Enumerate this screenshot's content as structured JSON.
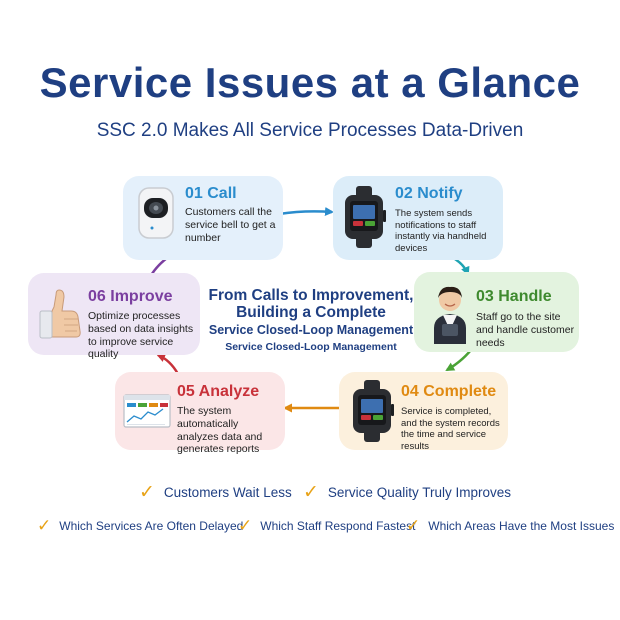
{
  "title": "Service Issues at a Glance",
  "subtitle": "SSC 2.0 Makes All Service Processes Data-Driven",
  "steps": [
    {
      "number": "01",
      "name": "Call",
      "description": "Customers call the service bell to get a number",
      "icon": "service-bell-icon",
      "color": "#2a8ccd"
    },
    {
      "number": "02",
      "name": "Notify",
      "description": "The system sends notifications to staff instantly via handheld devices",
      "icon": "smartwatch-pager-icon",
      "color": "#2a8ccd"
    },
    {
      "number": "03",
      "name": "Handle",
      "description": "Staff go to the site and handle customer needs",
      "icon": "staff-person-icon",
      "color": "#3e8a2e"
    },
    {
      "number": "04",
      "name": "Complete",
      "description": "Service is completed, and the system records the time and service results",
      "icon": "smartwatch-pager-icon",
      "color": "#e08a12"
    },
    {
      "number": "05",
      "name": "Analyze",
      "description": "The system automatically analyzes data and generates reports",
      "icon": "dashboard-report-icon",
      "color": "#c8323a"
    },
    {
      "number": "06",
      "name": "Improve",
      "description": "Optimize processes based on data insights to improve service quality",
      "icon": "thumbs-up-icon",
      "color": "#7b3fa0"
    }
  ],
  "center": {
    "line1": "From Calls to Improvement,",
    "line2": "Building a Complete",
    "line3": "Service Closed-Loop Management",
    "line4": "Service Closed-Loop Management"
  },
  "benefits_primary": [
    "Customers Wait Less",
    "Service Quality Truly Improves"
  ],
  "benefits_secondary": [
    "Which Services Are Often Delayed",
    "Which Staff Respond Fastest",
    "Which Areas Have the Most Issues"
  ],
  "check_mark": "✓",
  "colors": {
    "title": "#1f3f82",
    "check": "#e8a318",
    "call": "#2a8ccd",
    "handle": "#3e8a2e",
    "complete": "#e08a12",
    "analyze": "#c8323a",
    "improve": "#7b3fa0"
  }
}
